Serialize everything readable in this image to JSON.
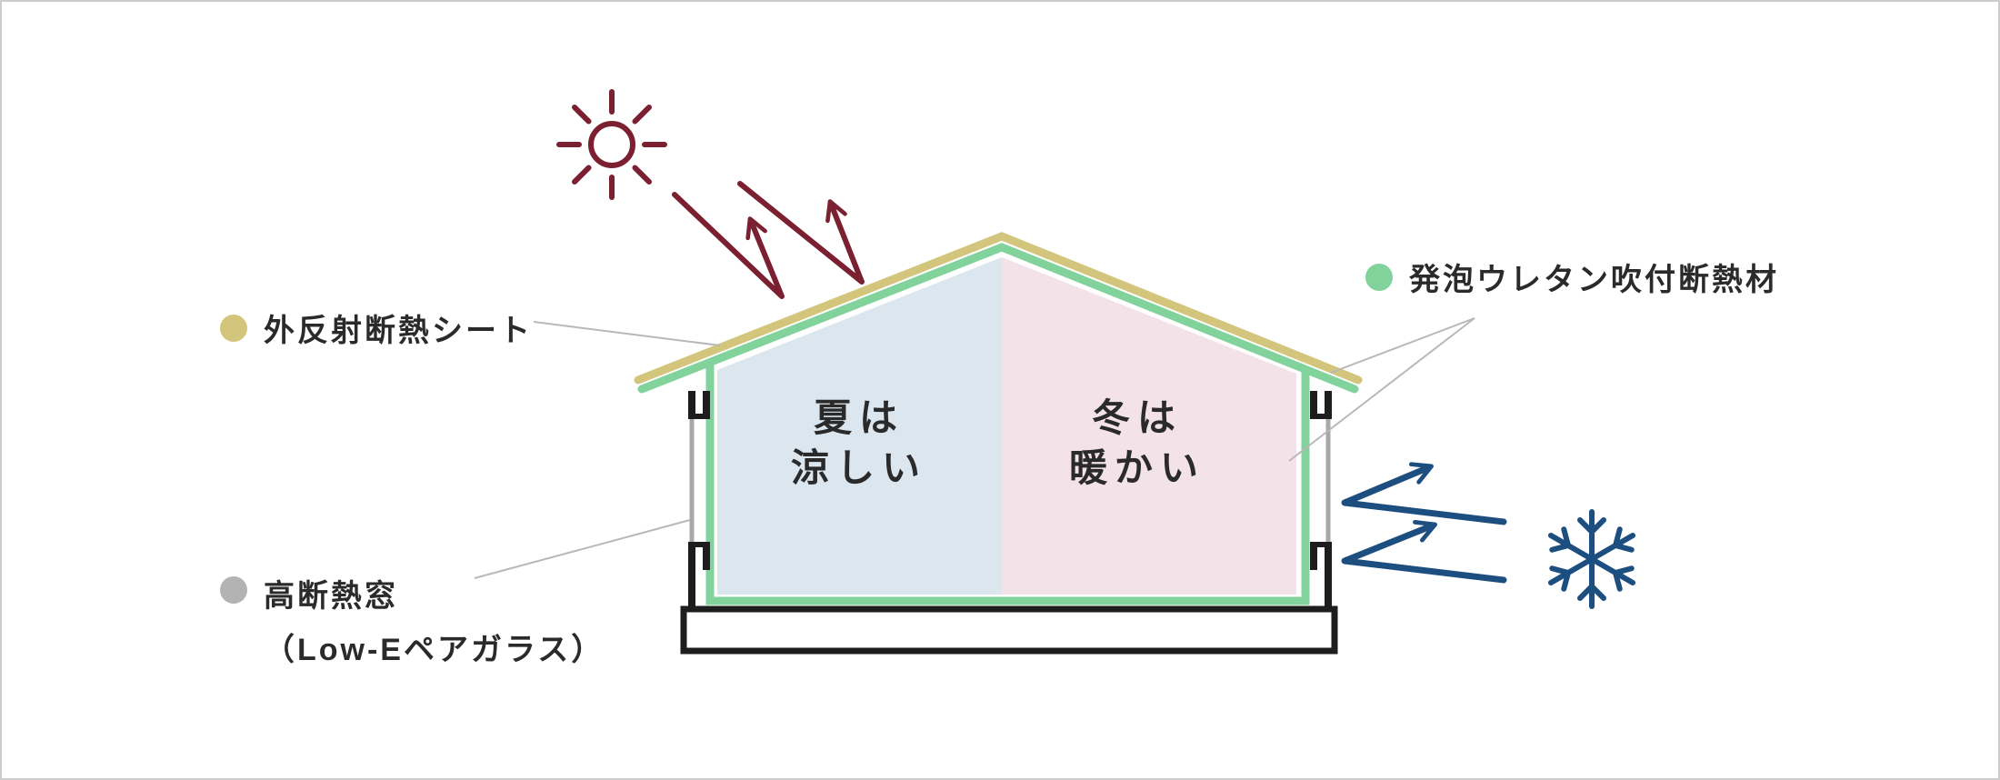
{
  "colors": {
    "maroon": "#7a2030",
    "khaki": "#d3c67c",
    "green": "#82d29c",
    "navy": "#1c4e80",
    "summer-fill": "#dbe6ef",
    "winter-fill": "#f3e3e8",
    "ink": "#1d1d1d",
    "gray-dot": "#b3b3b3",
    "glass": "#a8a8a8",
    "connector": "#b8b8b8",
    "text": "#2a2a2a",
    "border": "#cccccc"
  },
  "house": {
    "summer": {
      "line1": "夏は",
      "line2": "涼しい"
    },
    "winter": {
      "line1": "冬は",
      "line2": "暖かい"
    }
  },
  "legend": {
    "sheet": {
      "label": "外反射断熱シート"
    },
    "window": {
      "label": "高断熱窓",
      "sublabel": "（Low-Eペアガラス）"
    },
    "urethane": {
      "label": "発泡ウレタン吹付断熱材"
    }
  }
}
